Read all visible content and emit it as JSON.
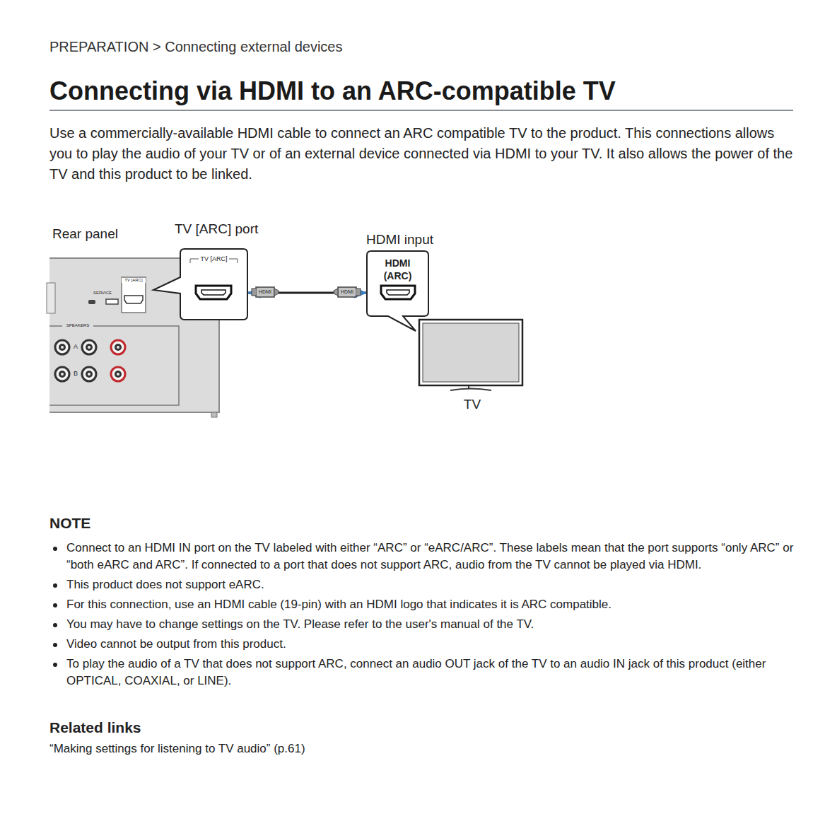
{
  "diagram": {
    "title": "Connecting via HDMI to an ARC-compatible TV",
    "nodes": [
      {
        "text": [
          "Rear panel",
          "TV [ARC]",
          "SERVICE",
          "SPEAKERS",
          "A",
          "B"
        ]
      },
      {
        "text": [
          "TV [ARC] port",
          "TV [ARC]"
        ]
      },
      {
        "text": [
          "HDMI input",
          "HDMI (ARC)"
        ]
      },
      {
        "text": [
          "TV"
        ]
      }
    ],
    "edges": [
      {
        "from": 1,
        "to": 2,
        "arrow": "both"
      }
    ],
    "labels": [
      "PREPARATION > Connecting external devices",
      "Use a commercially-available HDMI cable to connect an ARC compatible TV to the product. This connections allows you to play the audio of your TV or of an external device connected via HDMI to your TV. It also allows the power of the TV and this product to be linked.",
      "HDMI",
      "HDMI",
      "NOTE",
      "Connect to an HDMI IN port on the TV labeled with either “ARC” or “eARC/ARC”. These labels mean that the port supports “only ARC” or “both eARC and ARC”. If connected to a port that does not support ARC, audio from the TV cannot be played via HDMI.",
      "This product does not support eARC.",
      "For this connection, use an HDMI cable (19-pin) with an HDMI logo that indicates it is ARC compatible.",
      "You may have to change settings on the TV. Please refer to the user's manual of the TV.",
      "Video cannot be output from this product.",
      "To play the audio of a TV that does not support ARC, connect an audio OUT jack of the TV to an audio IN jack of this product (either OPTICAL, COAXIAL, or LINE).",
      "Related links",
      "“Making settings for listening to TV audio” (p.61)"
    ]
  }
}
